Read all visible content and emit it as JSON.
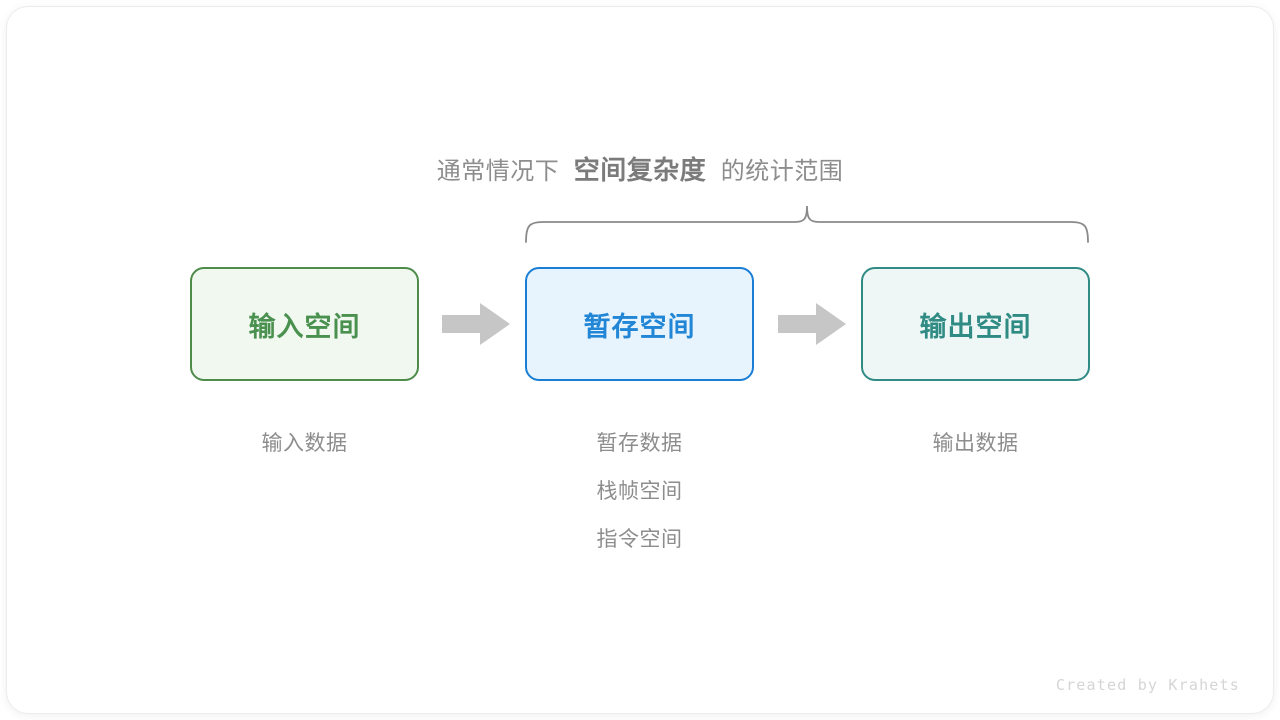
{
  "title": {
    "prefix": "通常情况下",
    "emphasis": "空间复杂度",
    "suffix": "的统计范围"
  },
  "colors": {
    "input_border": "#4e8c4a",
    "input_fill": "#f1f8f0",
    "input_text": "#4a9150",
    "temp_border": "#1a7fd4",
    "temp_fill": "#e8f4fd",
    "temp_text": "#2186d6",
    "output_border": "#2f8b84",
    "output_fill": "#eef7f5",
    "output_text": "#2f8b84",
    "arrow": "#c6c6c6",
    "brace": "#8a8a8a",
    "caption_text": "#8d8d8d",
    "watermark": "#d5d5d5"
  },
  "boxes": [
    {
      "label": "输入空间",
      "captions": [
        "输入数据"
      ]
    },
    {
      "label": "暂存空间",
      "captions": [
        "暂存数据",
        "栈帧空间",
        "指令空间"
      ]
    },
    {
      "label": "输出空间",
      "captions": [
        "输出数据"
      ]
    }
  ],
  "arrows": [
    {
      "name": "arrow-input-to-temp"
    },
    {
      "name": "arrow-temp-to-output"
    }
  ],
  "watermark": "Created by Krahets"
}
